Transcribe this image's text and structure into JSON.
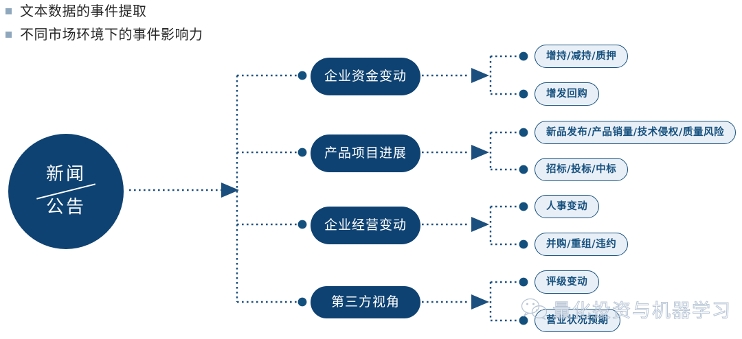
{
  "bullets": [
    {
      "text": "文本数据的事件提取"
    },
    {
      "text": "不同市场环境下的事件影响力"
    }
  ],
  "source_node": {
    "line1": "新闻",
    "line2": "公告",
    "divider_icon": "diagonal-slash-divider"
  },
  "branches": [
    {
      "label": "企业资金变动",
      "leaves": [
        {
          "label": "增持/减持/质押"
        },
        {
          "label": "增发回购"
        }
      ]
    },
    {
      "label": "产品项目进展",
      "leaves": [
        {
          "label": "新品发布/产品销量/技术侵权/质量风险"
        },
        {
          "label": "招标/投标/中标"
        }
      ]
    },
    {
      "label": "企业经营变动",
      "leaves": [
        {
          "label": "人事变动"
        },
        {
          "label": "并购/重组/违约"
        }
      ]
    },
    {
      "label": "第三方视角",
      "leaves": [
        {
          "label": "评级变动"
        },
        {
          "label": "营业状况预期"
        }
      ]
    }
  ],
  "watermark": {
    "icon": "wechat-logo-icon",
    "text": "量化投资与机器学习"
  },
  "colors": {
    "primary_navy": "#0e4272",
    "leaf_border": "#16517f",
    "leaf_fill": "#e9eff6",
    "bullet_marker": "#8ea7bd",
    "connector": "#1b4f7e",
    "watermark": "#b9c6d6",
    "background": "#ffffff",
    "text_dark": "#262626"
  }
}
